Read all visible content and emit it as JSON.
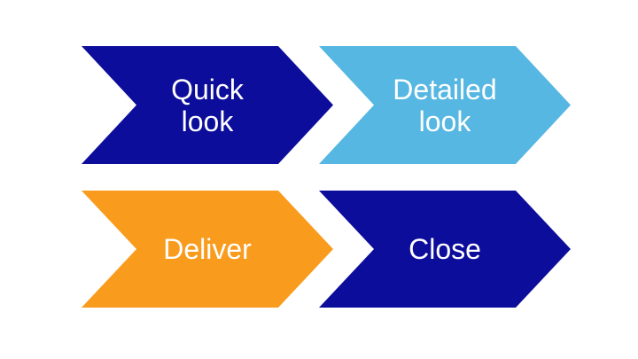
{
  "canvas": {
    "background": "#ffffff"
  },
  "diagram": {
    "steps": [
      {
        "id": "quick-look",
        "label": "Quick\nlook",
        "fill": "#0d0d9c",
        "text_color": "#ffffff"
      },
      {
        "id": "detailed-look",
        "label": "Detailed\nlook",
        "fill": "#56b7e2",
        "text_color": "#ffffff"
      },
      {
        "id": "deliver",
        "label": "Deliver",
        "fill": "#f99b1c",
        "text_color": "#ffffff"
      },
      {
        "id": "close",
        "label": "Close",
        "fill": "#0d0d9c",
        "text_color": "#ffffff"
      }
    ]
  }
}
